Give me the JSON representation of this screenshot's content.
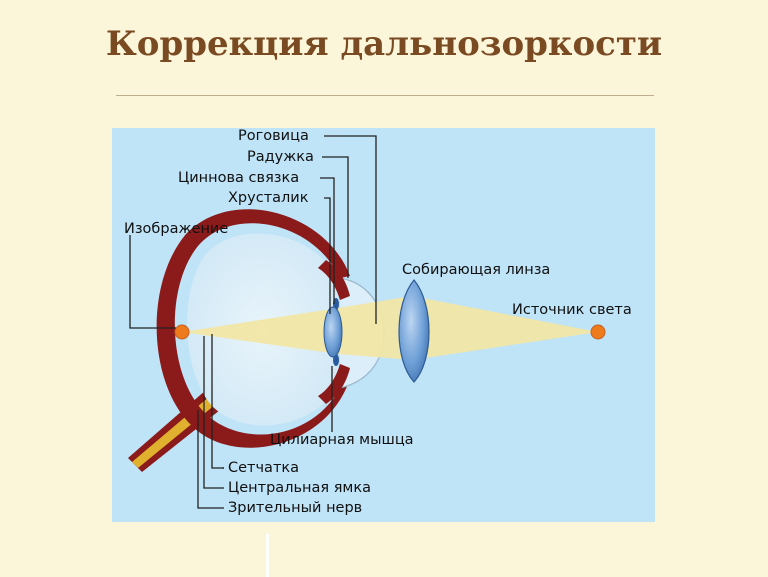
{
  "title": "Коррекция дальнозоркости",
  "labels": {
    "cornea": "Роговица",
    "iris": "Радужка",
    "zonule": "Циннова связка",
    "lens": "Хрусталик",
    "image": "Изображение",
    "converging_lens": "Собирающая линза",
    "light_source": "Источник света",
    "ciliary_muscle": "Цилиарная мышца",
    "retina": "Сетчатка",
    "fovea": "Центральная ямка",
    "optic_nerve": "Зрительный нерв"
  },
  "colors": {
    "background": "#fbf6d9",
    "title": "#7a4a22",
    "panel": "#bfe3f7",
    "sclera": "#8b1a1a",
    "light_beam": "#f3e6a4",
    "lens": "#4f86c6",
    "light_point": "#ee7a1e"
  }
}
